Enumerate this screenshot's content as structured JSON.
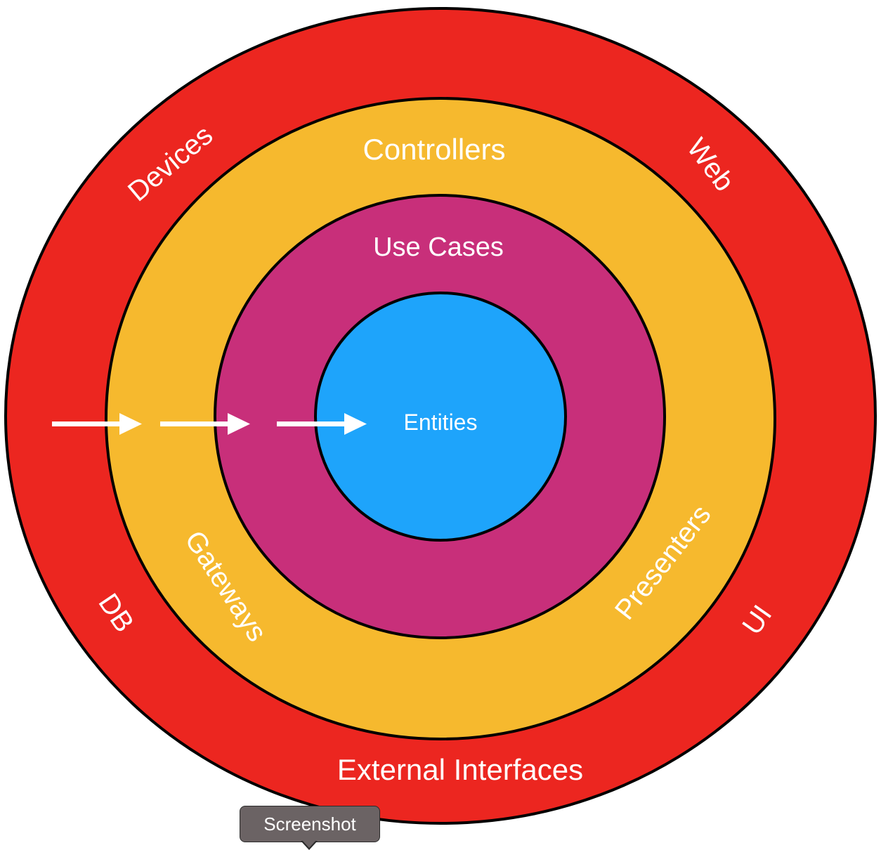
{
  "diagram": {
    "title": "Clean Architecture layers",
    "rings": [
      {
        "id": "external",
        "fill": "#ec2620",
        "stroke": "#000000"
      },
      {
        "id": "adapters",
        "fill": "#f6b92e",
        "stroke": "#000000"
      },
      {
        "id": "use_cases",
        "fill": "#c82f7a",
        "stroke": "#000000"
      },
      {
        "id": "entities",
        "fill": "#1ea4fb",
        "stroke": "#000000"
      }
    ],
    "labels": {
      "devices": "Devices",
      "web": "Web",
      "db": "DB",
      "ui": "UI",
      "external_interfaces": "External Interfaces",
      "controllers": "Controllers",
      "gateways": "Gateways",
      "presenters": "Presenters",
      "use_cases": "Use Cases",
      "entities": "Entities"
    },
    "arrows": [
      {
        "from": "external",
        "to": "adapters",
        "direction": "inward"
      },
      {
        "from": "adapters",
        "to": "use_cases",
        "direction": "inward"
      },
      {
        "from": "use_cases",
        "to": "entities",
        "direction": "inward"
      }
    ],
    "arrow_color": "#ffffff"
  },
  "tooltip": {
    "label": "Screenshot"
  }
}
